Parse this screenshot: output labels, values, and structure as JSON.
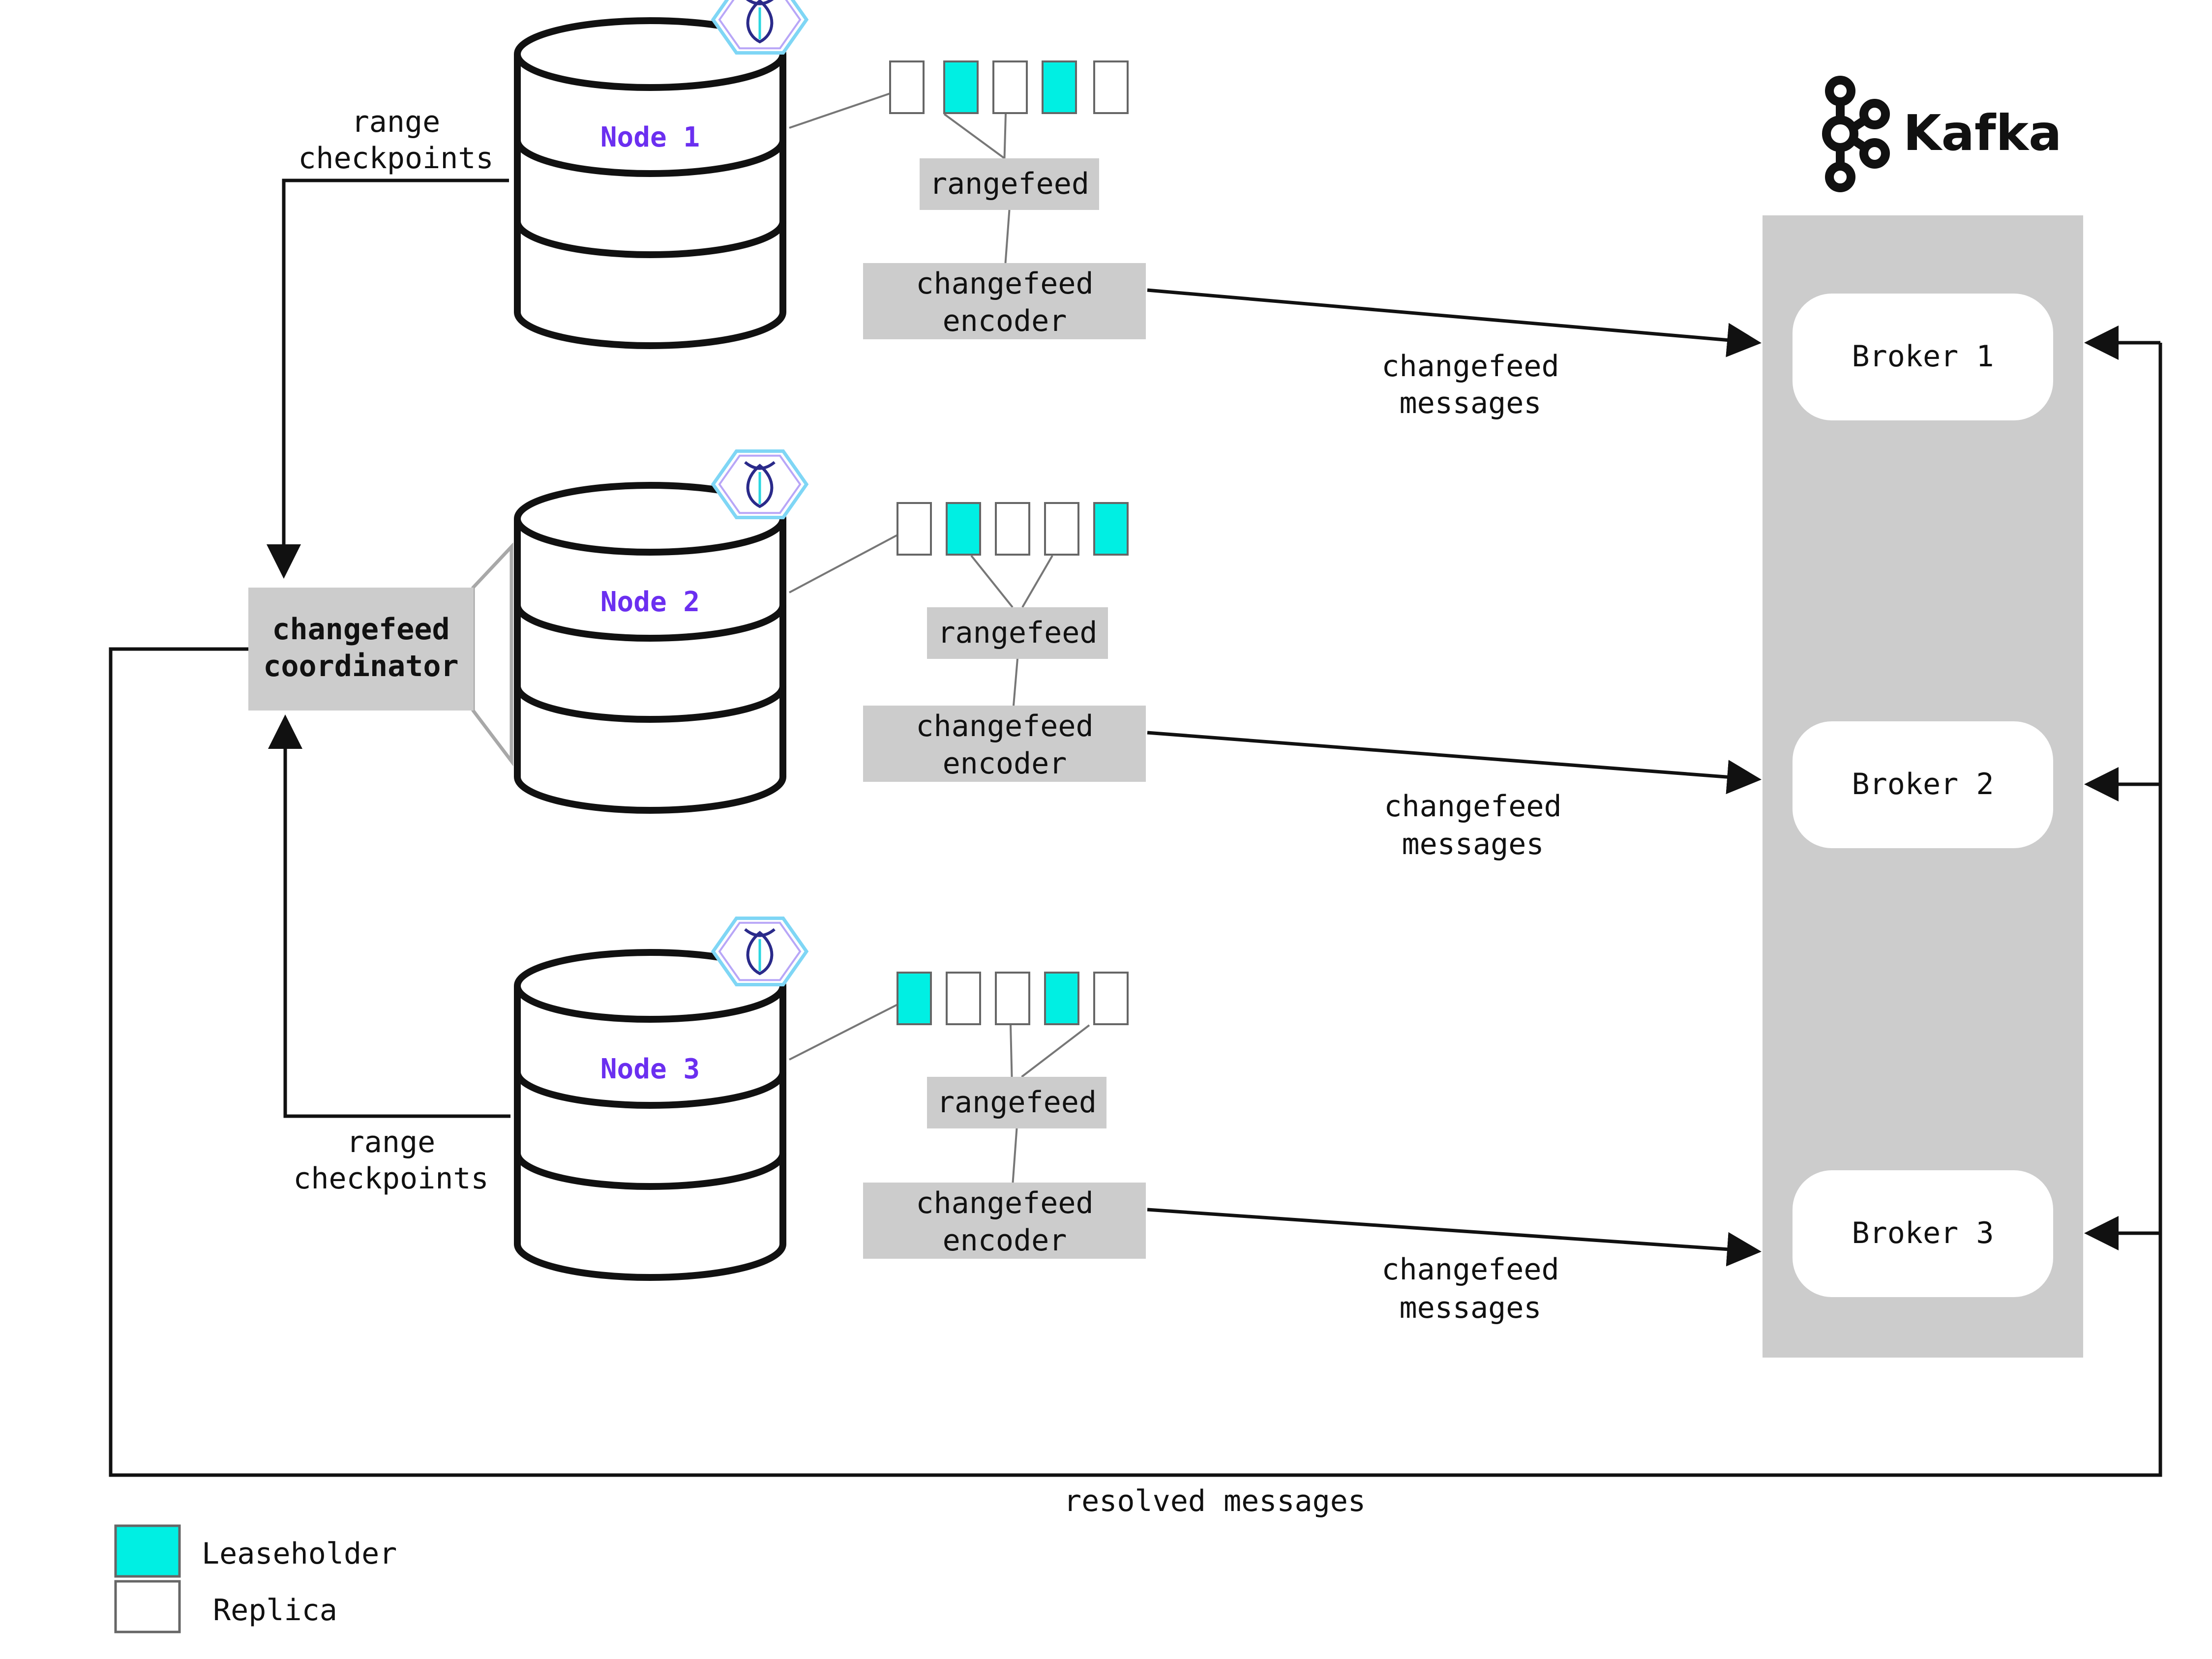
{
  "colors": {
    "leaseholder": "#00efe3",
    "replica": "#ffffff",
    "node_label": "#6b2ff0",
    "box_gray": "#cccccc",
    "kafka_panel": "#cccccc",
    "line": "#111111",
    "connector": "#777777"
  },
  "kafka": {
    "logo_icon": "kafka-logo-icon",
    "wordmark": "Kafka"
  },
  "coordinator": {
    "line1": "changefeed",
    "line2": "coordinator"
  },
  "checkpoints_top": {
    "line1": "range",
    "line2": "checkpoints"
  },
  "checkpoints_bottom": {
    "line1": "range",
    "line2": "checkpoints"
  },
  "nodes": [
    {
      "label": "Node 1",
      "badge_icon": "cockroach-hexagon-icon",
      "ranges": [
        "Replica",
        "Leaseholder",
        "Replica",
        "Leaseholder",
        "Replica"
      ],
      "rangefeed": "rangefeed",
      "encoder_line1": "changefeed",
      "encoder_line2": "encoder",
      "messages_line1": "changefeed",
      "messages_line2": "messages"
    },
    {
      "label": "Node 2",
      "badge_icon": "cockroach-hexagon-icon",
      "ranges": [
        "Replica",
        "Leaseholder",
        "Replica",
        "Replica",
        "Leaseholder"
      ],
      "rangefeed": "rangefeed",
      "encoder_line1": "changefeed",
      "encoder_line2": "encoder",
      "messages_line1": "changefeed",
      "messages_line2": "messages"
    },
    {
      "label": "Node 3",
      "badge_icon": "cockroach-hexagon-icon",
      "ranges": [
        "Leaseholder",
        "Replica",
        "Replica",
        "Leaseholder",
        "Replica"
      ],
      "rangefeed": "rangefeed",
      "encoder_line1": "changefeed",
      "encoder_line2": "encoder",
      "messages_line1": "changefeed",
      "messages_line2": "messages"
    }
  ],
  "brokers": [
    {
      "label": "Broker 1"
    },
    {
      "label": "Broker 2"
    },
    {
      "label": "Broker 3"
    }
  ],
  "resolved": "resolved messages",
  "legend": {
    "leaseholder": "Leaseholder",
    "replica": "Replica"
  }
}
